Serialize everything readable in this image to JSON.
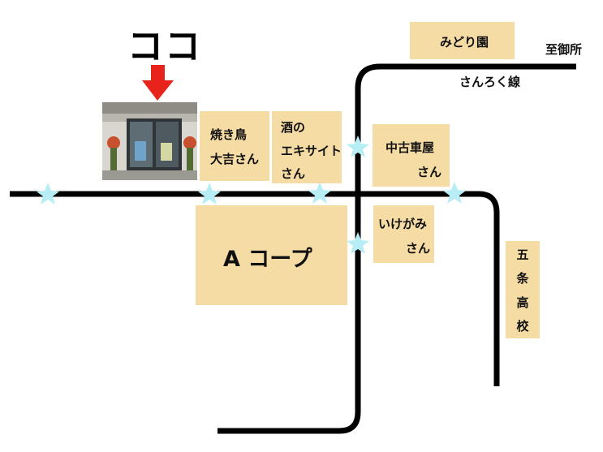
{
  "marker": {
    "label": "ココ",
    "arrow_color": "#e8231c"
  },
  "places": {
    "midori": "みどり園",
    "shigoshosho": "至御所",
    "sanroku_line": "さんろく線",
    "yakitori_l1": "焼き鳥",
    "yakitori_l2": "大吉さん",
    "sake_l1": "酒の",
    "sake_l2": "エキサイト",
    "sake_l3": "さん",
    "chuko_l1": "中古車屋",
    "chuko_l2": "さん",
    "ikegami_l1": "いけがみ",
    "ikegami_l2": "さん",
    "acoop": "A コープ",
    "gojo": [
      "五",
      "条",
      "高",
      "校"
    ]
  },
  "colors": {
    "block": "#f5dba4",
    "road": "#000000",
    "star": "#b7eef5"
  },
  "icons": {
    "photo": "store-photo-icon",
    "star": "star-icon",
    "arrow": "arrow-down-icon"
  }
}
